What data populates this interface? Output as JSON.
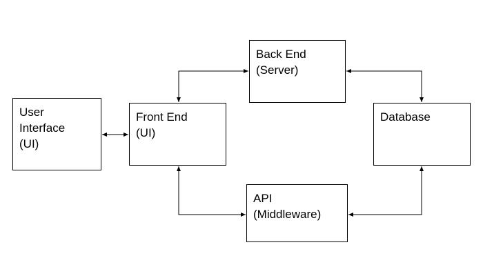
{
  "nodes": {
    "user_interface": {
      "lines": [
        "User",
        "Interface",
        "(UI)"
      ]
    },
    "front_end": {
      "lines": [
        "Front End",
        "(UI)"
      ]
    },
    "back_end": {
      "lines": [
        "Back End",
        "(Server)"
      ]
    },
    "database": {
      "lines": [
        "Database"
      ]
    },
    "api": {
      "lines": [
        "API",
        "(Middleware)"
      ]
    }
  },
  "connections": [
    {
      "from": "User Interface (UI)",
      "to": "Front End (UI)",
      "bidirectional": true
    },
    {
      "from": "Front End (UI)",
      "to": "Back End (Server)",
      "bidirectional": true
    },
    {
      "from": "Back End (Server)",
      "to": "Database",
      "bidirectional": true
    },
    {
      "from": "Front End (UI)",
      "to": "API (Middleware)",
      "bidirectional": true
    },
    {
      "from": "API (Middleware)",
      "to": "Database",
      "bidirectional": true
    }
  ],
  "colors": {
    "line": "#000000",
    "box_border": "#000000",
    "background": "#ffffff"
  }
}
